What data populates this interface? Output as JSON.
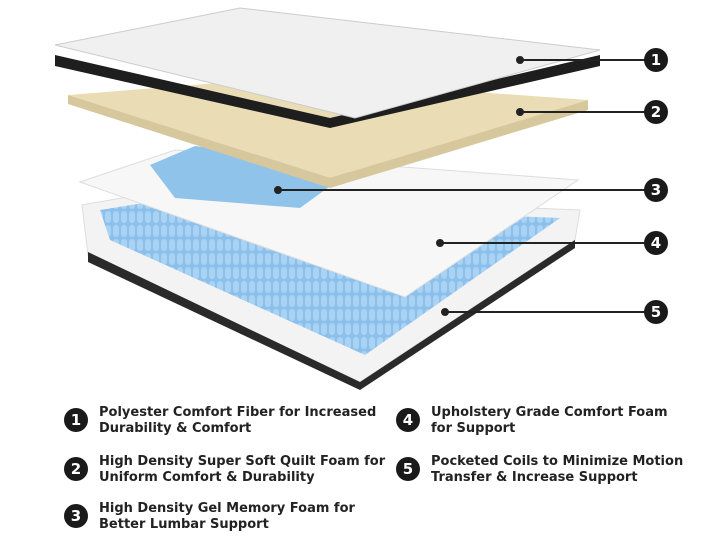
{
  "colors": {
    "badge": "#1a1a1a",
    "gel": "#8fc3ea",
    "coil": "#8cc0ec",
    "quilt_foam": "#eadcb4",
    "cover": "#f2f2f2"
  },
  "callouts": [
    "1",
    "2",
    "3",
    "4",
    "5"
  ],
  "legend": [
    {
      "num": "1",
      "line1": "Polyester Comfort Fiber for Increased",
      "line2": "Durability & Comfort"
    },
    {
      "num": "2",
      "line1": "High Density Super Soft Quilt Foam for",
      "line2": "Uniform Comfort & Durability"
    },
    {
      "num": "3",
      "line1": "High Density Gel Memory Foam for",
      "line2": "Better Lumbar Support"
    },
    {
      "num": "4",
      "line1": "Upholstery Grade Comfort Foam",
      "line2": "for Support"
    },
    {
      "num": "5",
      "line1": "Pocketed Coils to Minimize Motion",
      "line2": "Transfer & Increase Support"
    }
  ]
}
